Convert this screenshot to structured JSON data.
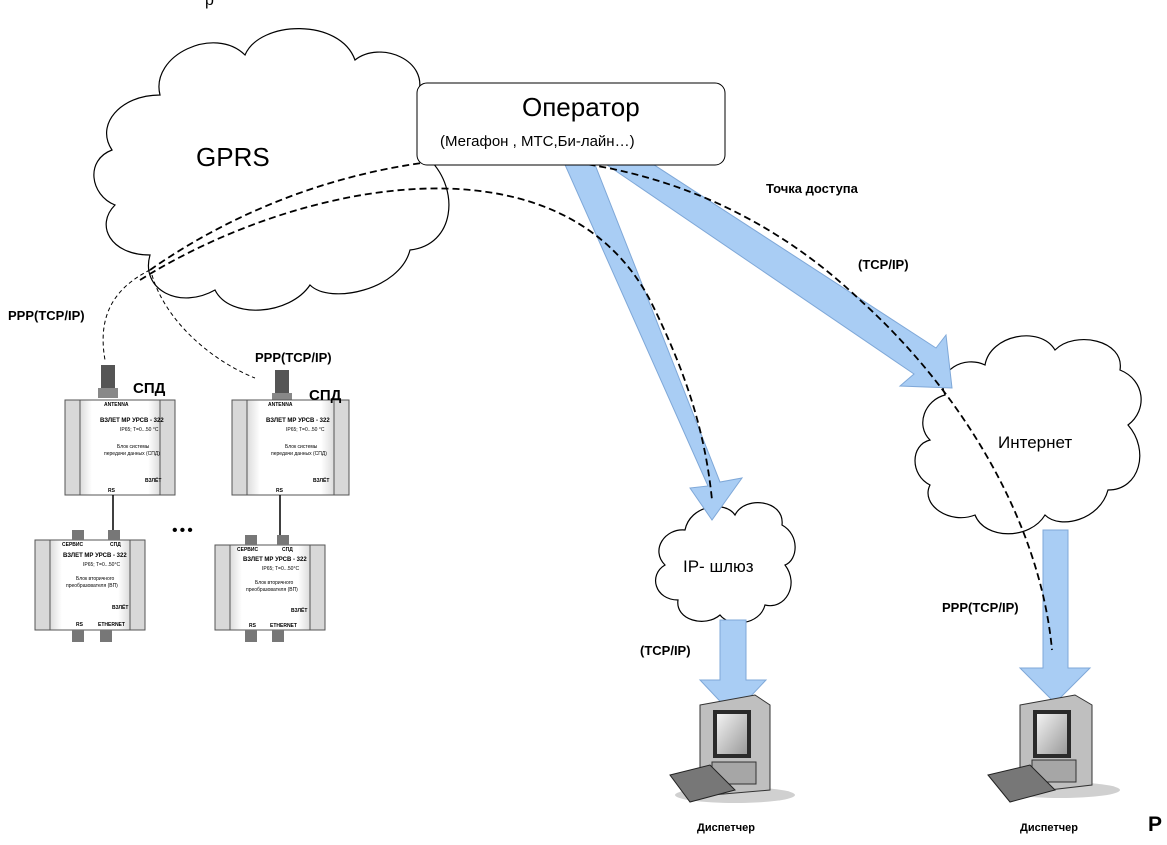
{
  "top_text": "р",
  "gprs_label": "GPRS",
  "operator": {
    "title": "Оператор",
    "subtitle": "(Мегафон , МТС,Би-лайн…)"
  },
  "access_point_label": "Точка доступа",
  "tcpip_operator_label": "(TCP/IP)",
  "ppp_left_label": "PPP(TCP/IP)",
  "ppp_mid_label": "PPP(TCP/IP)",
  "spd_labels": [
    "СПД",
    "СПД"
  ],
  "ellipsis": "•••",
  "spd_device": {
    "header": "ВЗЛЕТ МР УРСВ - 322",
    "sub": "IP65; T=0...50 °C",
    "desc_line1": "Блок системы",
    "desc_line2": "передачи данных (СПД)",
    "antenna": "ANTENNA",
    "port": "RS",
    "logo": "ВЗЛЁТ"
  },
  "vp_device": {
    "header": "ВЗЛЕТ МР УРСВ - 322",
    "sub": "IP65; T=0...50°C",
    "desc_line1": "Блок вторичного",
    "desc_line2": "преобразователя (ВП)",
    "port_left": "СЕРВИС",
    "port_right": "СПД",
    "port_bottom_left": "RS",
    "port_bottom_right": "ETHERNET",
    "logo": "ВЗЛЁТ"
  },
  "internet_label": "Интернет",
  "ip_gateway_label": "IP- шлюз",
  "tcpip_gateway_label": "(TCP/IP)",
  "ppp_right_label": "PPP(TCP/IP)",
  "dispatcher_labels": [
    "Диспетчер",
    "Диспетчер"
  ],
  "corner_letter": "Р",
  "colors": {
    "arrow_fill": "#a9cdf4",
    "arrow_stroke": "#7fa8d8",
    "line": "#000000",
    "device_fill": "#ffffff",
    "device_edge": "#555555"
  },
  "icons": {
    "cloud": "cloud-shape",
    "computer": "desktop-computer-icon",
    "antenna": "antenna-icon"
  }
}
